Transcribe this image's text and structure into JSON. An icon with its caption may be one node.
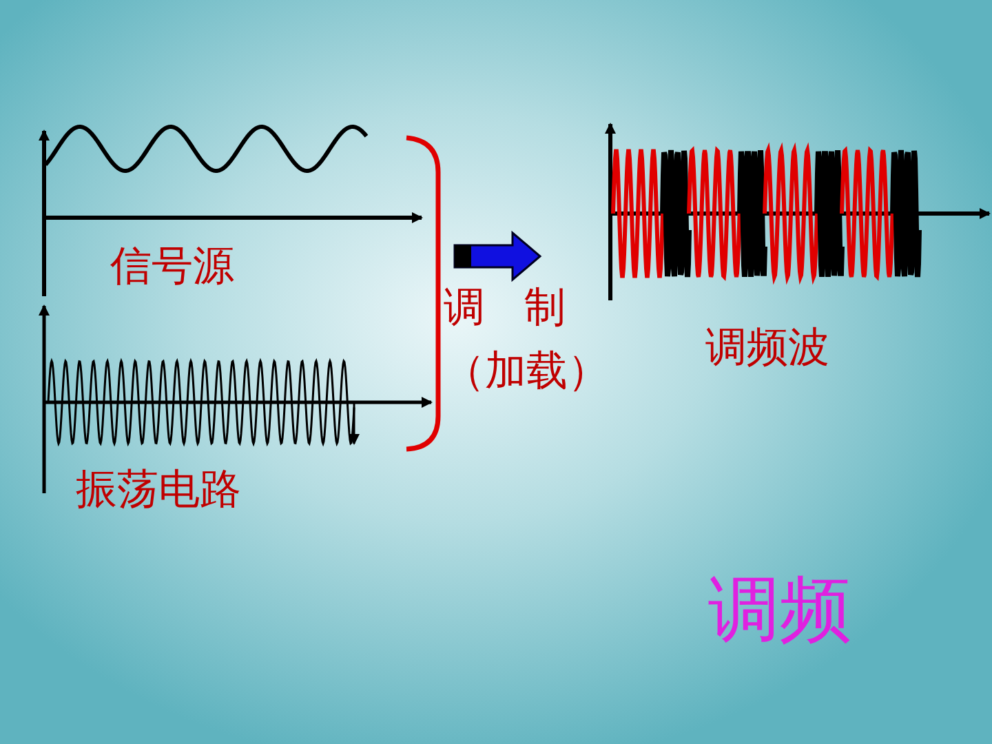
{
  "diagram": {
    "labels": [
      "信号源",
      "振荡电路",
      "调 制",
      "（加载）",
      "调频波",
      "调频"
    ]
  }
}
